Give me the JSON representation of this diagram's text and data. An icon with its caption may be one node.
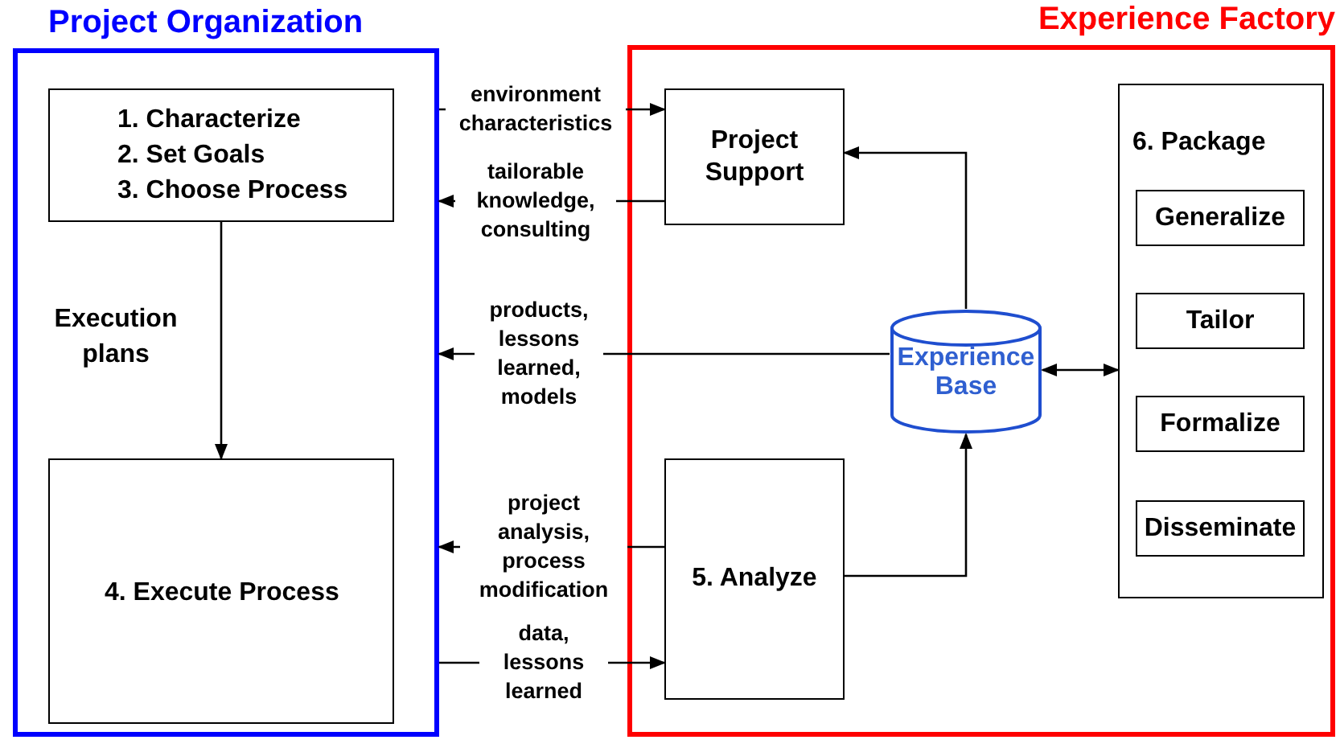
{
  "diagram": {
    "nodes": [
      {
        "text": [
          "Project Organization"
        ]
      },
      {
        "text": [
          "1. Characterize",
          "2. Set Goals",
          "3. Choose Process"
        ],
        "in": 0
      },
      {
        "text": [
          "4. Execute Process"
        ],
        "in": 0
      },
      {
        "text": [
          "Experience Factory"
        ]
      },
      {
        "text": [
          "Project Support"
        ],
        "in": 3
      },
      {
        "text": [
          "Experience Base"
        ],
        "in": 3
      },
      {
        "text": [
          "5. Analyze"
        ],
        "in": 3
      },
      {
        "text": [
          "6. Package"
        ],
        "in": 3
      },
      {
        "text": [
          "Generalize"
        ],
        "in": 7
      },
      {
        "text": [
          "Tailor"
        ],
        "in": 7
      },
      {
        "text": [
          "Formalize"
        ],
        "in": 7
      },
      {
        "text": [
          "Disseminate"
        ],
        "in": 7
      }
    ],
    "edges": [
      {
        "from": 0,
        "to": 4,
        "arrow": "to",
        "label": "environment characteristics"
      },
      {
        "from": 4,
        "to": 0,
        "arrow": "to",
        "label": "tailorable knowledge, consulting"
      },
      {
        "from": 5,
        "to": 0,
        "arrow": "to",
        "label": "products, lessons learned, models"
      },
      {
        "from": 6,
        "to": 0,
        "arrow": "to",
        "label": "project analysis, process modification"
      },
      {
        "from": 0,
        "to": 6,
        "arrow": "to",
        "label": "data, lessons learned"
      },
      {
        "from": 5,
        "to": 4,
        "arrow": "to"
      },
      {
        "from": 6,
        "to": 5,
        "arrow": "to"
      },
      {
        "from": 5,
        "to": 7,
        "arrow": "both"
      },
      {
        "from": 1,
        "to": 2,
        "arrow": "to",
        "label": "Execution plans"
      }
    ]
  }
}
